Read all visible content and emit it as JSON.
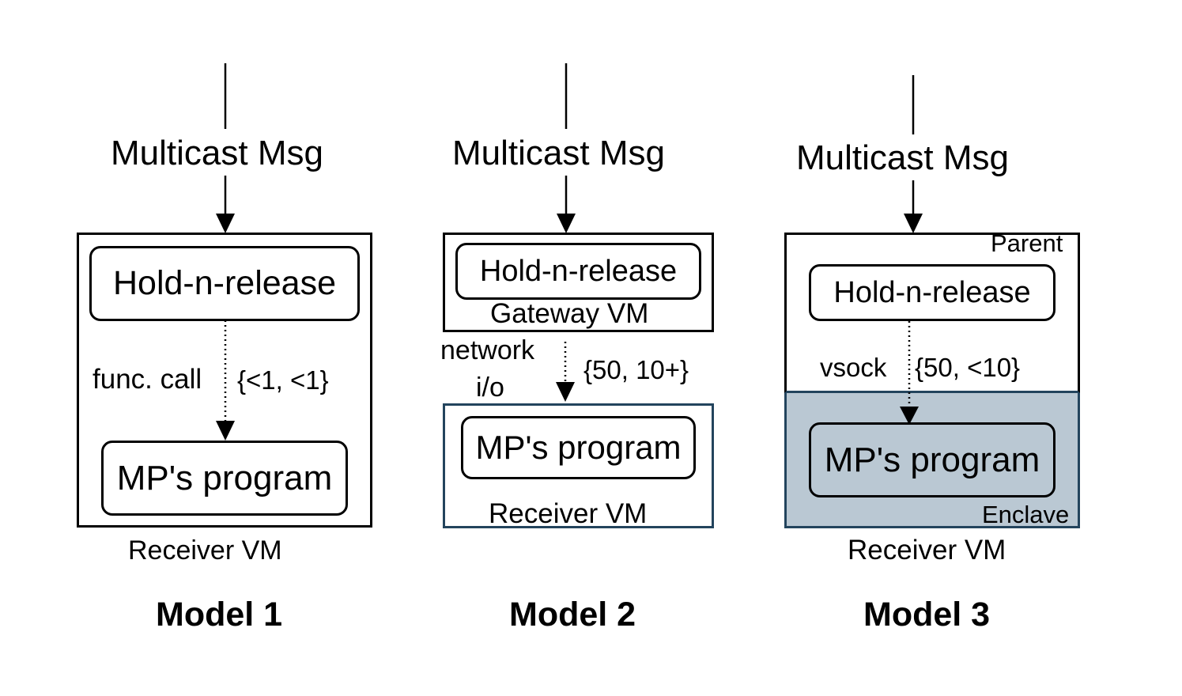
{
  "models": [
    {
      "title": "Model 1",
      "input": "Multicast Msg",
      "hold": "Hold-n-release",
      "program": "MP's program",
      "channel": "func. call",
      "latency": "{<1, <1}",
      "vm": "Receiver VM"
    },
    {
      "title": "Model 2",
      "input": "Multicast Msg",
      "hold": "Hold-n-release",
      "gateway": "Gateway VM",
      "channel_line1": "network",
      "channel_line2": "i/o",
      "latency": "{50, 10+}",
      "program": "MP's program",
      "vm": "Receiver VM"
    },
    {
      "title": "Model 3",
      "input": "Multicast Msg",
      "parent": "Parent",
      "hold": "Hold-n-release",
      "channel": "vsock",
      "latency": "{50, <10}",
      "program": "MP's program",
      "enclave": "Enclave",
      "vm": "Receiver VM"
    }
  ],
  "colors": {
    "stroke": "#000000",
    "vm_border": "#23445d",
    "enclave_fill": "#bac8d3"
  }
}
